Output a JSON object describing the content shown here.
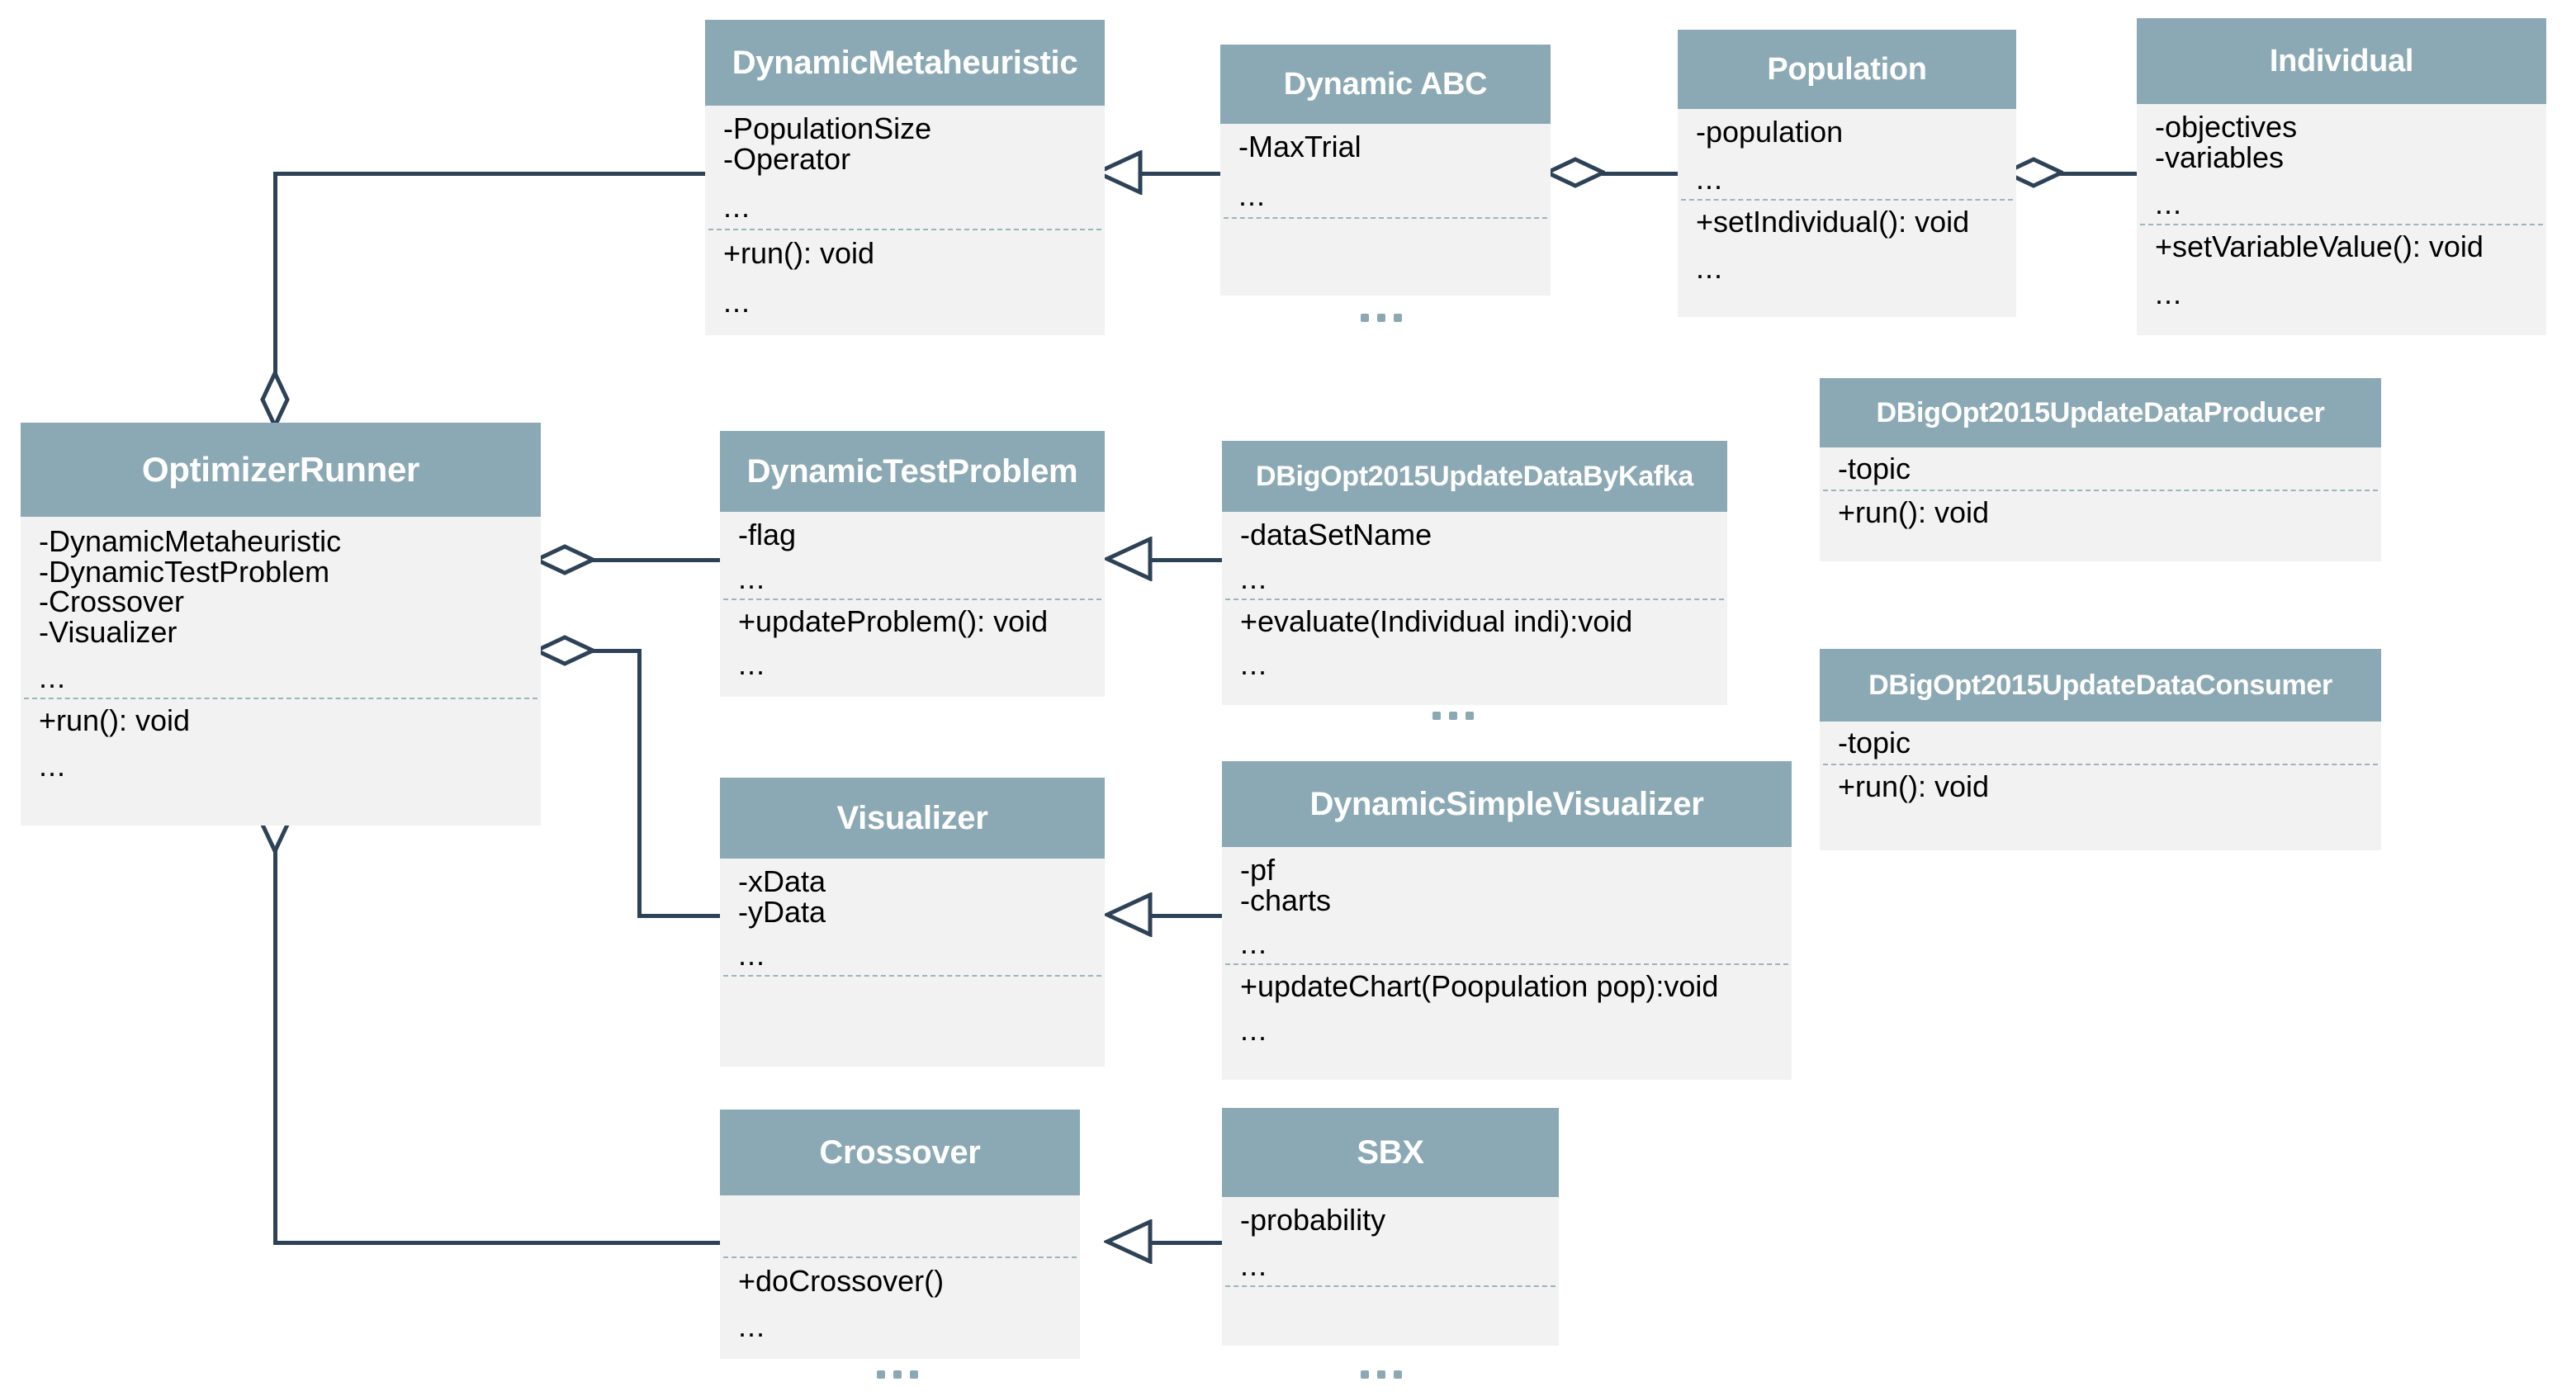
{
  "diagram": {
    "title": "Dynamic Optimization Framework Class Diagram",
    "colors": {
      "header_fill": "#8ba9b4",
      "body_fill": "#f2f2f2",
      "connector": "#2e4257",
      "divider": "#9bb4c0",
      "ellipsis_marker": "#8ca8b2",
      "header_text": "#ffffff",
      "body_text": "#000000"
    }
  },
  "classes": {
    "dynamic_metaheuristic": {
      "name": "DynamicMetaheuristic",
      "attributes": [
        "-PopulationSize",
        "-Operator"
      ],
      "attributes_ellipsis": "...",
      "operations": [
        "+run(): void"
      ],
      "operations_ellipsis": "..."
    },
    "dynamic_abc": {
      "name": "Dynamic ABC",
      "attributes": [
        "-MaxTrial"
      ],
      "attributes_ellipsis": "...",
      "operations": [],
      "operations_ellipsis": "",
      "more_marker": "..."
    },
    "population": {
      "name": "Population",
      "attributes": [
        "-population"
      ],
      "attributes_ellipsis": "...",
      "operations": [
        "+setIndividual(): void"
      ],
      "operations_ellipsis": "..."
    },
    "individual": {
      "name": "Individual",
      "attributes": [
        "-objectives",
        "-variables"
      ],
      "attributes_ellipsis": "...",
      "operations": [
        "+setVariableValue(): void"
      ],
      "operations_ellipsis": "..."
    },
    "optimizer_runner": {
      "name": "OptimizerRunner",
      "attributes": [
        "-DynamicMetaheuristic",
        "-DynamicTestProblem",
        "-Crossover",
        "-Visualizer"
      ],
      "attributes_ellipsis": "...",
      "operations": [
        "+run(): void"
      ],
      "operations_ellipsis": "..."
    },
    "dynamic_test_problem": {
      "name": "DynamicTestProblem",
      "attributes": [
        "-flag"
      ],
      "attributes_ellipsis": "...",
      "operations": [
        "+updateProblem(): void"
      ],
      "operations_ellipsis": "..."
    },
    "dbigopt_kafka": {
      "name": "DBigOpt2015UpdateDataByKafka",
      "attributes": [
        "-dataSetName"
      ],
      "attributes_ellipsis": "...",
      "operations": [
        "+evaluate(Individual indi):void"
      ],
      "operations_ellipsis": "...",
      "more_marker": "..."
    },
    "dbigopt_producer": {
      "name": "DBigOpt2015UpdateDataProducer",
      "attributes": [
        "-topic"
      ],
      "attributes_ellipsis": "",
      "operations": [
        "+run(): void"
      ],
      "operations_ellipsis": ""
    },
    "dbigopt_consumer": {
      "name": "DBigOpt2015UpdateDataConsumer",
      "attributes": [
        "-topic"
      ],
      "attributes_ellipsis": "",
      "operations": [
        "+run(): void"
      ],
      "operations_ellipsis": ""
    },
    "visualizer": {
      "name": "Visualizer",
      "attributes": [
        "-xData",
        "-yData"
      ],
      "attributes_ellipsis": "...",
      "operations": [],
      "operations_ellipsis": ""
    },
    "dynamic_simple_visualizer": {
      "name": "DynamicSimpleVisualizer",
      "attributes": [
        "-pf",
        "-charts"
      ],
      "attributes_ellipsis": "...",
      "operations": [
        "+updateChart(Poopulation pop):void"
      ],
      "operations_ellipsis": "..."
    },
    "crossover": {
      "name": "Crossover",
      "attributes": [],
      "attributes_ellipsis": "",
      "operations": [
        "+doCrossover()"
      ],
      "operations_ellipsis": "...",
      "more_marker": "..."
    },
    "sbx": {
      "name": "SBX",
      "attributes": [
        "-probability"
      ],
      "attributes_ellipsis": "...",
      "operations": [],
      "operations_ellipsis": "",
      "more_marker": "..."
    }
  },
  "relationships": [
    {
      "id": "abc-inherits-metaheuristic",
      "type": "generalization",
      "from": "Dynamic ABC",
      "to": "DynamicMetaheuristic"
    },
    {
      "id": "metaheuristic-aggregates-population",
      "type": "aggregation",
      "from": "DynamicMetaheuristic",
      "to": "Population"
    },
    {
      "id": "population-aggregates-individual",
      "type": "aggregation",
      "from": "Population",
      "to": "Individual"
    },
    {
      "id": "runner-aggregates-metaheuristic",
      "type": "aggregation",
      "from": "OptimizerRunner",
      "to": "DynamicMetaheuristic"
    },
    {
      "id": "runner-aggregates-testproblem",
      "type": "aggregation",
      "from": "OptimizerRunner",
      "to": "DynamicTestProblem"
    },
    {
      "id": "runner-aggregates-visualizer",
      "type": "aggregation",
      "from": "OptimizerRunner",
      "to": "Visualizer"
    },
    {
      "id": "runner-aggregates-crossover",
      "type": "aggregation",
      "from": "OptimizerRunner",
      "to": "Crossover"
    },
    {
      "id": "kafka-inherits-testproblem",
      "type": "generalization",
      "from": "DBigOpt2015UpdateDataByKafka",
      "to": "DynamicTestProblem"
    },
    {
      "id": "simplevis-inherits-visualizer",
      "type": "generalization",
      "from": "DynamicSimpleVisualizer",
      "to": "Visualizer"
    },
    {
      "id": "sbx-inherits-crossover",
      "type": "generalization",
      "from": "SBX",
      "to": "Crossover"
    }
  ]
}
